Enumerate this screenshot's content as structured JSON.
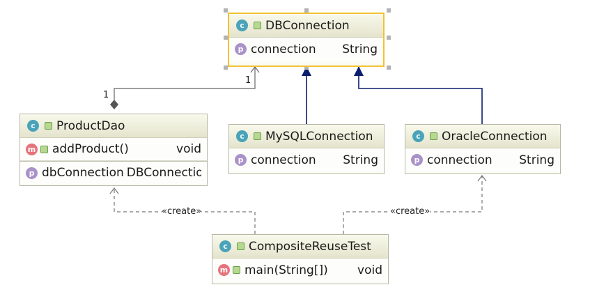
{
  "diagram": {
    "classes": {
      "dbconnection": {
        "name": "DBConnection",
        "field": "connection",
        "field_type": "String"
      },
      "productdao": {
        "name": "ProductDao",
        "method": "addProduct()",
        "method_type": "void",
        "field": "dbConnection",
        "field_type": "DBConnection"
      },
      "mysql": {
        "name": "MySQLConnection",
        "field": "connection",
        "field_type": "String"
      },
      "oracle": {
        "name": "OracleConnection",
        "field": "connection",
        "field_type": "String"
      },
      "test": {
        "name": "CompositeReuseTest",
        "method": "main(String[])",
        "method_type": "void"
      }
    },
    "multiplicity_dao": "1",
    "multiplicity_db": "1",
    "create_label_left": "«create»",
    "create_label_right": "«create»"
  },
  "icons": {
    "class_badge": "class-icon",
    "field_badge": "field-icon",
    "method_badge": "method-icon",
    "public_marker": "public-visibility-icon"
  },
  "colors": {
    "inheritance_arrow": "#0a1f6e",
    "composition": "#555555",
    "dependency": "#666666",
    "selection": "#f1c232",
    "class_header": "#e4e4cd"
  }
}
